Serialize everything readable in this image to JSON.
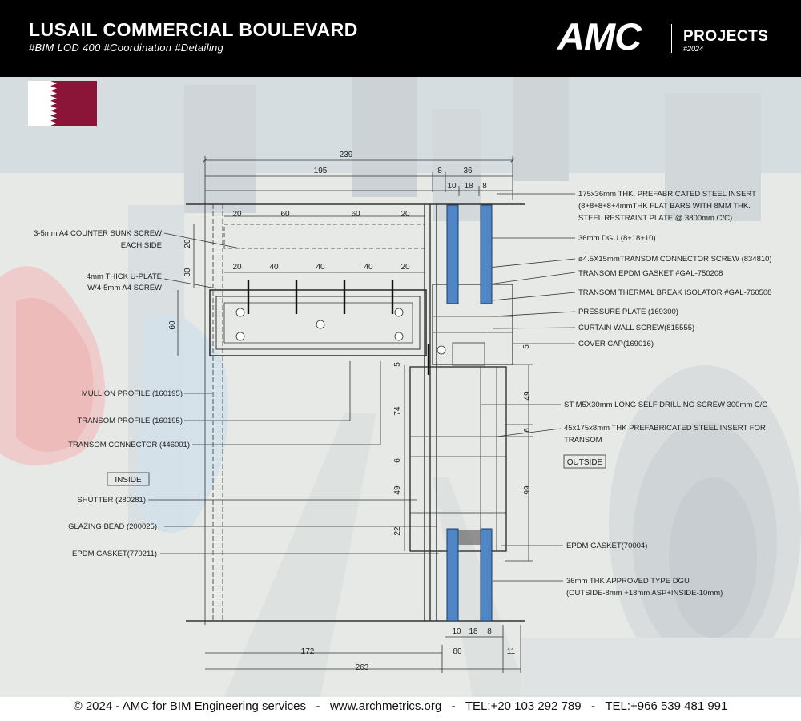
{
  "header": {
    "title": "LUSAIL COMMERCIAL BOULEVARD",
    "tags": "#BIM LOD 400   #Coordination  #Detailing",
    "logo": "AMC",
    "projects_label": "PROJECTS",
    "year": "#2024"
  },
  "colors": {
    "header_bg": "#000000",
    "qatar_maroon": "#8a1538",
    "glass_blue": "#4f86c6",
    "line": "#333333"
  },
  "dimensions": {
    "d239": "239",
    "d195": "195",
    "d8a": "8",
    "d36": "36",
    "d10": "10",
    "d18": "18",
    "d8b": "8",
    "d20a": "20",
    "d60a": "60",
    "d60b": "60",
    "d20b": "20",
    "d20v": "20",
    "d30v": "30",
    "d20c": "20",
    "d40a": "40",
    "d40b": "40",
    "d40c": "40",
    "d20d": "20",
    "d60v": "60",
    "d5a": "5",
    "d5b": "5",
    "d74": "74",
    "d6a": "6",
    "d49a": "49",
    "d22": "22",
    "d49b": "49",
    "d6b": "6",
    "d99": "99",
    "b10": "10",
    "b18": "18",
    "b8": "8",
    "d172": "172",
    "d80": "80",
    "d11": "11",
    "d263": "263"
  },
  "labels_left": {
    "screw": "3-5mm A4 COUNTER SUNK SCREW",
    "screw2": "EACH SIDE",
    "uplate": "4mm THICK U-PLATE",
    "uplate2": "W/4-5mm A4 SCREW",
    "mullion": "MULLION PROFILE (160195)",
    "transom": "TRANSOM PROFILE (160195)",
    "connector": "TRANSOM CONNECTOR (446001)",
    "inside": "INSIDE",
    "shutter": "SHUTTER (280281)",
    "bead": "GLAZING BEAD (200025)",
    "gasket": "EPDM GASKET(770211)"
  },
  "labels_right": {
    "insert1": "175x36mm THK. PREFABRICATED STEEL INSERT",
    "insert2": "(8+8+8+8+4mmTHK FLAT BARS WITH 8MM THK.",
    "insert3": "STEEL RESTRAINT PLATE @ 3800mm C/C)",
    "dgu": "36mm DGU (8+18+10)",
    "tscrew": "ø4.5X15mmTRANSOM CONNECTOR SCREW (834810)",
    "tgasket": "TRANSOM EPDM GASKET #GAL-750208",
    "isolator": "TRANSOM THERMAL BREAK ISOLATOR #GAL-760508",
    "pressure": "PRESSURE PLATE (169300)",
    "cwscrew": "CURTAIN WALL SCREW(815555)",
    "cover": "COVER CAP(169016)",
    "drill": "ST M5X30mm LONG SELF DRILLING SCREW 300mm C/C",
    "insertB1": "45x175x8mm THK PREFABRICATED STEEL INSERT FOR",
    "insertB2": "TRANSOM",
    "outside": "OUTSIDE",
    "gasket2": "EPDM GASKET(70004)",
    "dgu2a": "36mm THK APPROVED TYPE DGU",
    "dgu2b": "(OUTSIDE-8mm +18mm ASP+INSIDE-10mm)"
  },
  "footer": {
    "text": "© 2024 - AMC for BIM Engineering services   -   www.archmetrics.org   -   TEL:+20 103 292 789   -   TEL:+966 539 481 991"
  }
}
